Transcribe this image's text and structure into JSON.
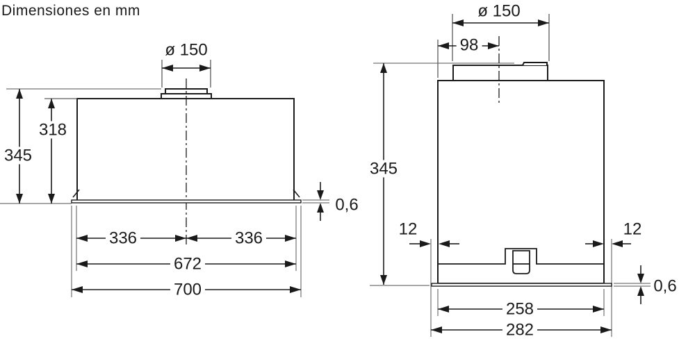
{
  "title": "Dimensiones en mm",
  "colors": {
    "line": "#1a1a1a",
    "extension_line": "#9c9c9c",
    "background": "#ffffff"
  },
  "views": {
    "front": {
      "label": "front-view",
      "dims": {
        "duct_diameter": "ø 150",
        "body_height": "318",
        "total_height": "345",
        "panel_thickness": "0,6",
        "half_width_left": "336",
        "half_width_right": "336",
        "inner_width": "672",
        "total_width": "700"
      }
    },
    "side": {
      "label": "side-view",
      "dims": {
        "duct_diameter": "ø 150",
        "duct_offset": "98",
        "total_height": "345",
        "edge_gap_left": "12",
        "edge_gap_right": "12",
        "panel_thickness": "0,6",
        "inner_depth": "258",
        "total_depth": "282"
      }
    }
  }
}
